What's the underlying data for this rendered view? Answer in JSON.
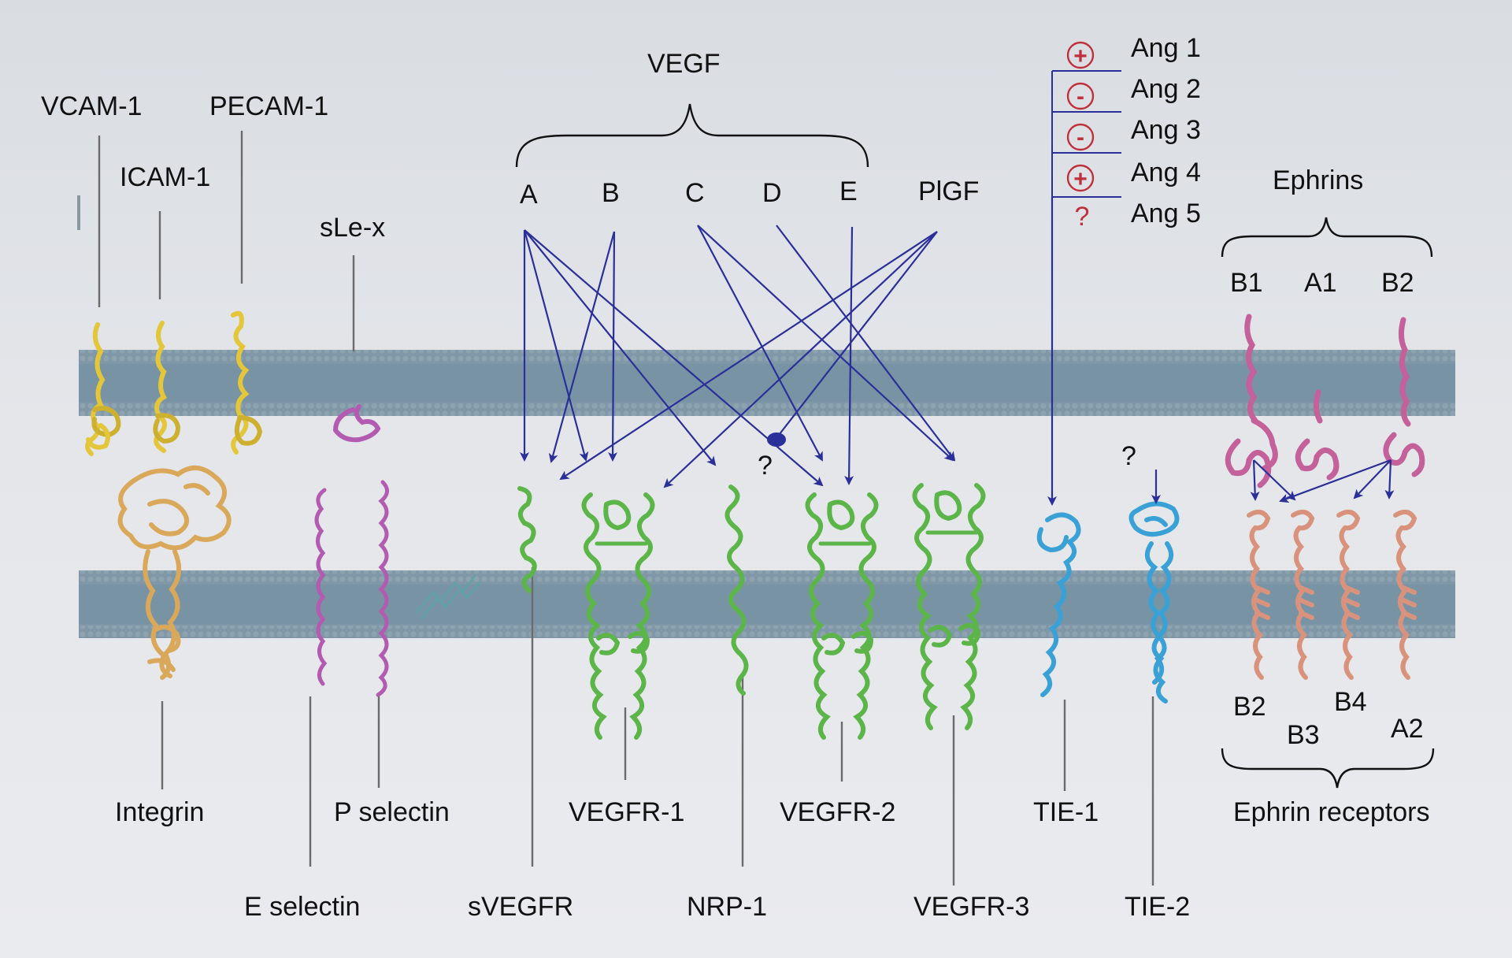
{
  "ligands": {
    "vegf_label": "VEGF",
    "vegf_members": [
      "A",
      "B",
      "C",
      "D",
      "E"
    ],
    "plgf": "PlGF"
  },
  "adhesion": {
    "vcam": "VCAM-1",
    "icam": "ICAM-1",
    "pecam": "PECAM-1",
    "slex": "sLe-x"
  },
  "angiopoietins": [
    {
      "name": "Ang 1",
      "sign": "+"
    },
    {
      "name": "Ang 2",
      "sign": "-"
    },
    {
      "name": "Ang 3",
      "sign": "-"
    },
    {
      "name": "Ang 4",
      "sign": "+"
    },
    {
      "name": "Ang 5",
      "sign": "?"
    }
  ],
  "ephrins": {
    "label": "Ephrins",
    "members": [
      "B1",
      "A1",
      "B2"
    ]
  },
  "ephrin_receptors": {
    "label": "Ephrin receptors",
    "members": [
      "B2",
      "B3",
      "B4",
      "A2"
    ]
  },
  "receptors": {
    "integrin": "Integrin",
    "p_selectin": "P selectin",
    "e_selectin": "E selectin",
    "svegfr": "sVEGFR",
    "vegfr1": "VEGFR-1",
    "nrp1": "NRP-1",
    "vegfr2": "VEGFR-2",
    "vegfr3": "VEGFR-3",
    "tie1": "TIE-1",
    "tie2": "TIE-2"
  },
  "unknown_marks": [
    "?",
    "?"
  ],
  "colors": {
    "arrow": "#2b2f9a",
    "membrane": "#7f97a6",
    "adhesion_yellow": "#e3c63a",
    "integrin_tan": "#d9a85a",
    "selectin_magenta": "#b25bb0",
    "vegfr_green": "#5cb548",
    "tie_blue": "#3aa1d6",
    "ephrin_pink": "#c4609a",
    "ephrin_receptor_salmon": "#d9937c",
    "sign_red": "#c0303a"
  }
}
